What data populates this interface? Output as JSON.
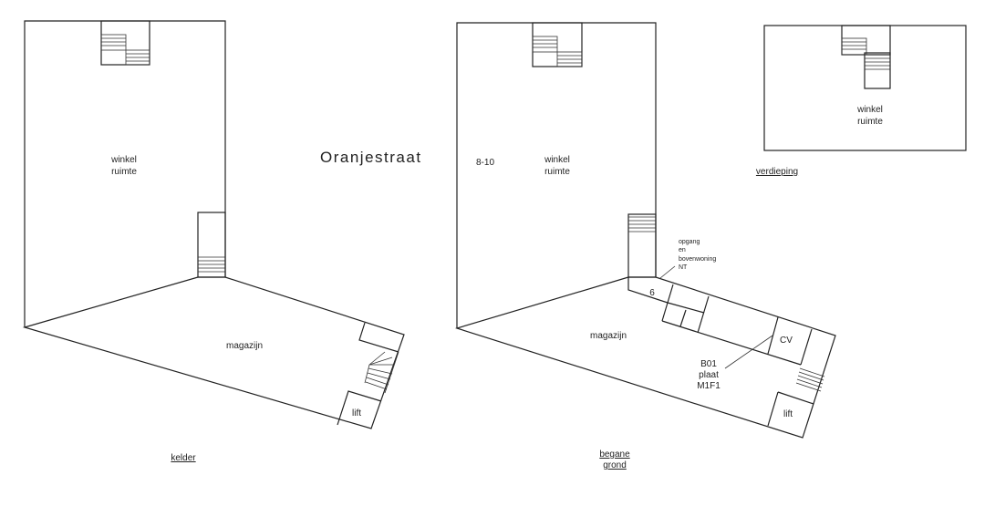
{
  "street": "Oranjestraat",
  "kelder": {
    "title": "kelder",
    "winkel_line1": "winkel",
    "winkel_line2": "ruimte",
    "magazijn": "magazijn",
    "lift": "lift"
  },
  "begane_grond": {
    "title_line1": "begane",
    "title_line2": "grond",
    "house_number": "8-10",
    "winkel_line1": "winkel",
    "winkel_line2": "ruimte",
    "magazijn": "magazijn",
    "lift": "lift",
    "room_number": "6",
    "cv": "CV",
    "note_lines": [
      "opgang",
      "en",
      "bovenwoning",
      "NT"
    ],
    "marker_lines": [
      "B01",
      "plaat",
      "M1F1"
    ]
  },
  "verdieping": {
    "title": "verdieping",
    "winkel_line1": "winkel",
    "winkel_line2": "ruimte"
  }
}
